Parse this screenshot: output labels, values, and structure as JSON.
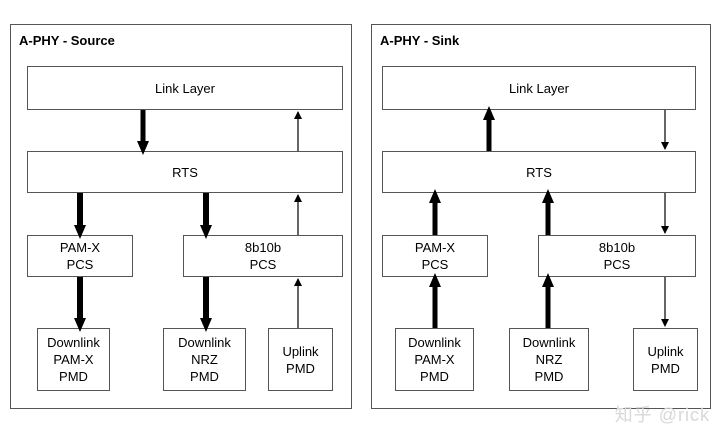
{
  "source": {
    "title": "A-PHY - Source",
    "link_layer": "Link Layer",
    "rts": "RTS",
    "pam_pcs": "PAM-X\nPCS",
    "b8b10_pcs": "8b10b\nPCS",
    "dl_pam_pmd": "Downlink\nPAM-X\nPMD",
    "dl_nrz_pmd": "Downlink\nNRZ\nPMD",
    "ul_pmd": "Uplink\nPMD"
  },
  "sink": {
    "title": "A-PHY - Sink",
    "link_layer": "Link Layer",
    "rts": "RTS",
    "pam_pcs": "PAM-X\nPCS",
    "b8b10_pcs": "8b10b\nPCS",
    "dl_pam_pmd": "Downlink\nPAM-X\nPMD",
    "dl_nrz_pmd": "Downlink\nNRZ\nPMD",
    "ul_pmd": "Uplink\nPMD"
  },
  "watermark": "知乎 @rick"
}
